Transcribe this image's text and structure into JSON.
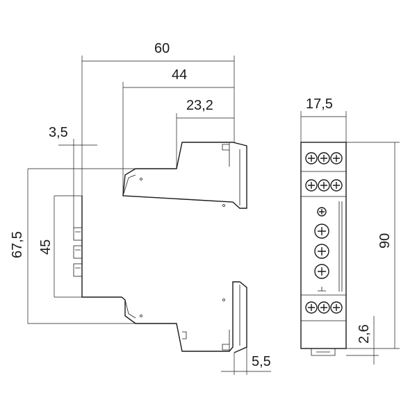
{
  "side_view": {
    "dimensions": {
      "width_overall": "60",
      "width_mid": "44",
      "width_front": "23,2",
      "offset": "3,5",
      "height_body": "67,5",
      "height_inner": "45",
      "rail_offset": "5,5"
    }
  },
  "front_view": {
    "dimensions": {
      "width": "17,5",
      "height": "90",
      "bottom_offset": "2,6"
    }
  }
}
